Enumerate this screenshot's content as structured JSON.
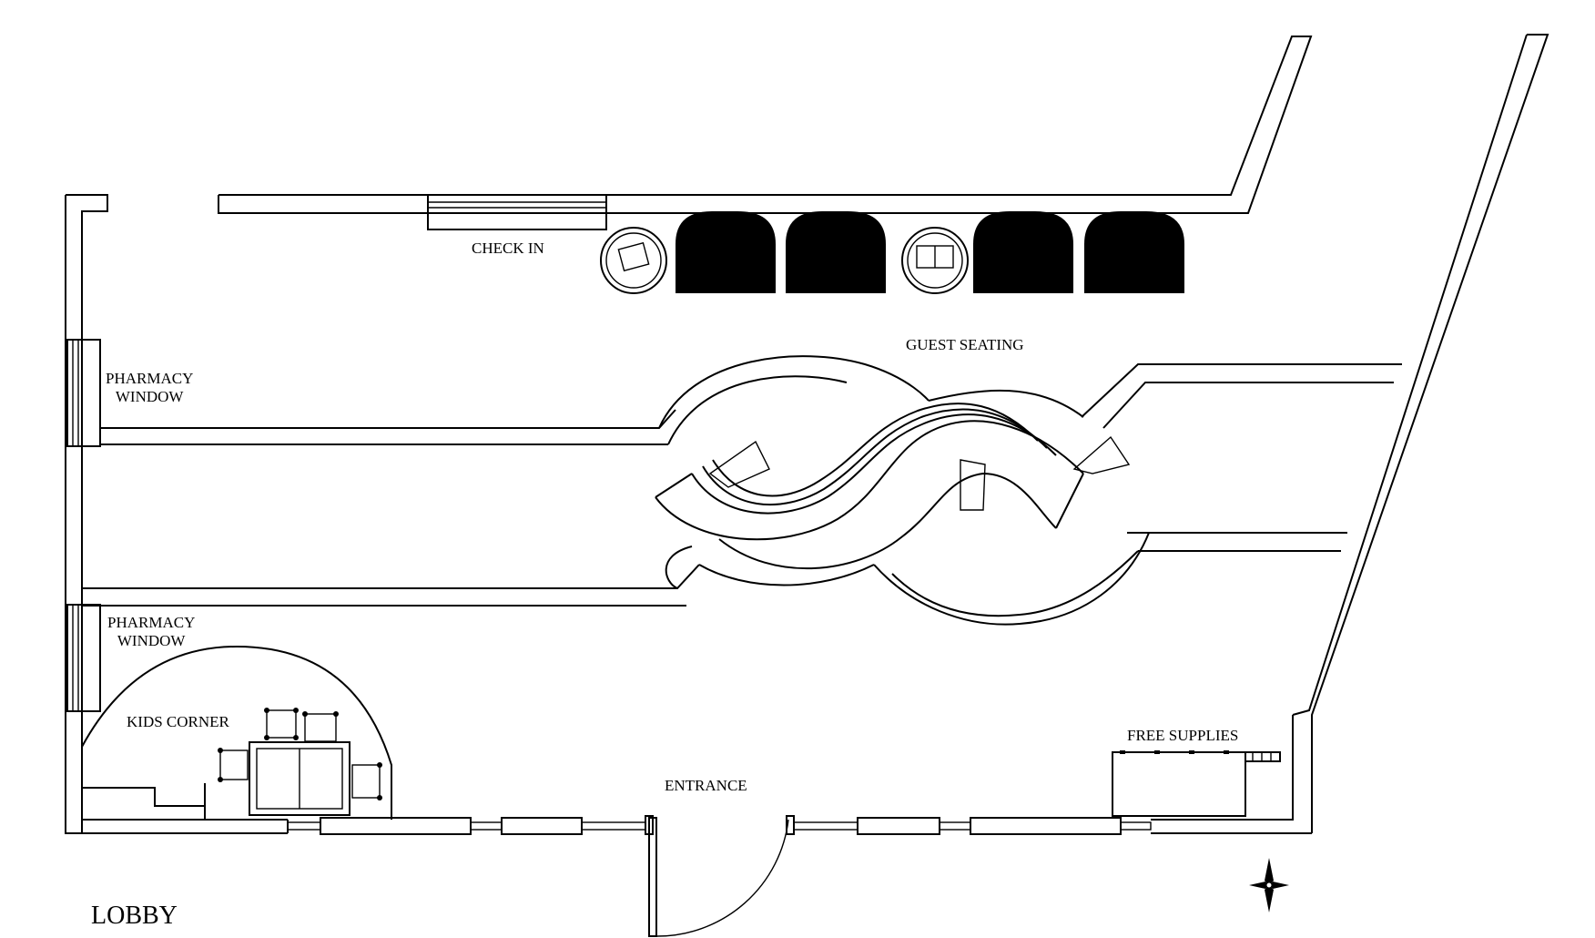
{
  "plan": {
    "title": "LOBBY",
    "labels": {
      "check_in": "CHECK IN",
      "guest_seating": "GUEST SEATING",
      "pharmacy_window_1": "PHARMACY\nWINDOW",
      "pharmacy_window_2": "PHARMACY\nWINDOW",
      "kids_corner": "KIDS CORNER",
      "entrance": "ENTRANCE",
      "free_supplies": "FREE SUPPLIES"
    },
    "colors": {
      "line": "#000000",
      "background": "#ffffff"
    },
    "icons": [
      "compass-icon",
      "armchair-icon",
      "side-table-icon",
      "door-swing-icon"
    ]
  }
}
